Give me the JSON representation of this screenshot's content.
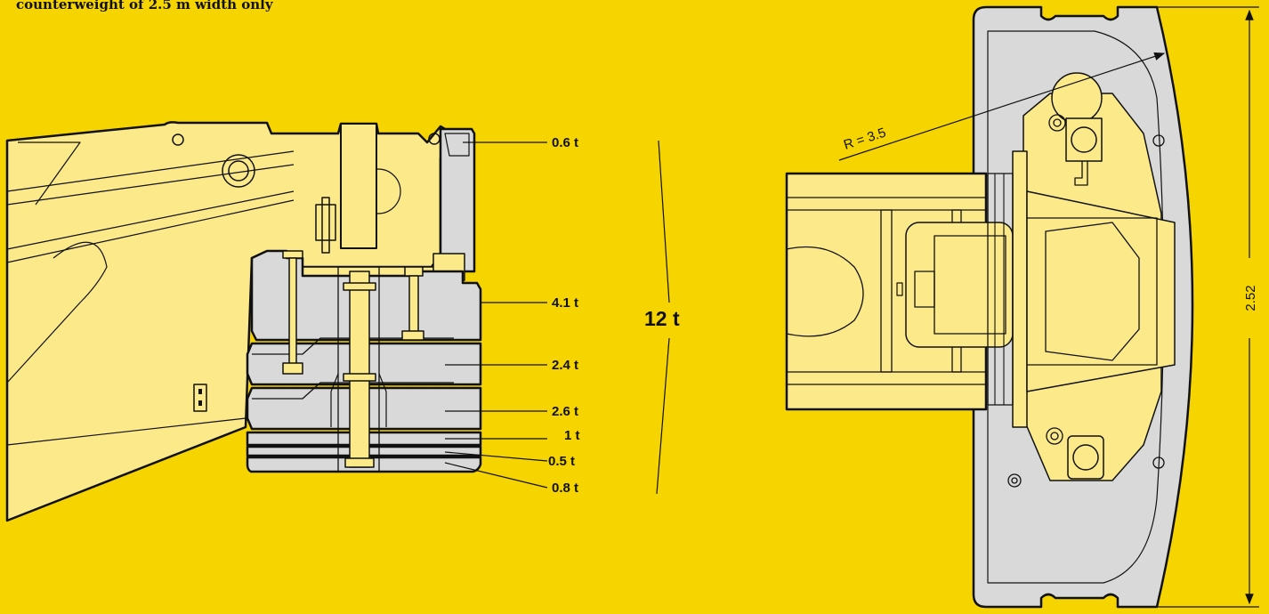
{
  "caption": "counterweight of 2.5 m width only",
  "colors": {
    "background": "#f5d400",
    "machine": "#fbe98a",
    "counterweight": "#d9d9d9",
    "outline": "#111111"
  },
  "weights": {
    "w1": "0.6 t",
    "w2": "4.1 t",
    "w3": "2.4 t",
    "w4": "2.6 t",
    "w5": "1 t",
    "w6": "0.5 t",
    "w7": "0.8 t",
    "total": "12 t"
  },
  "dimensions": {
    "radius": "R = 3.5",
    "width": "2.52"
  }
}
